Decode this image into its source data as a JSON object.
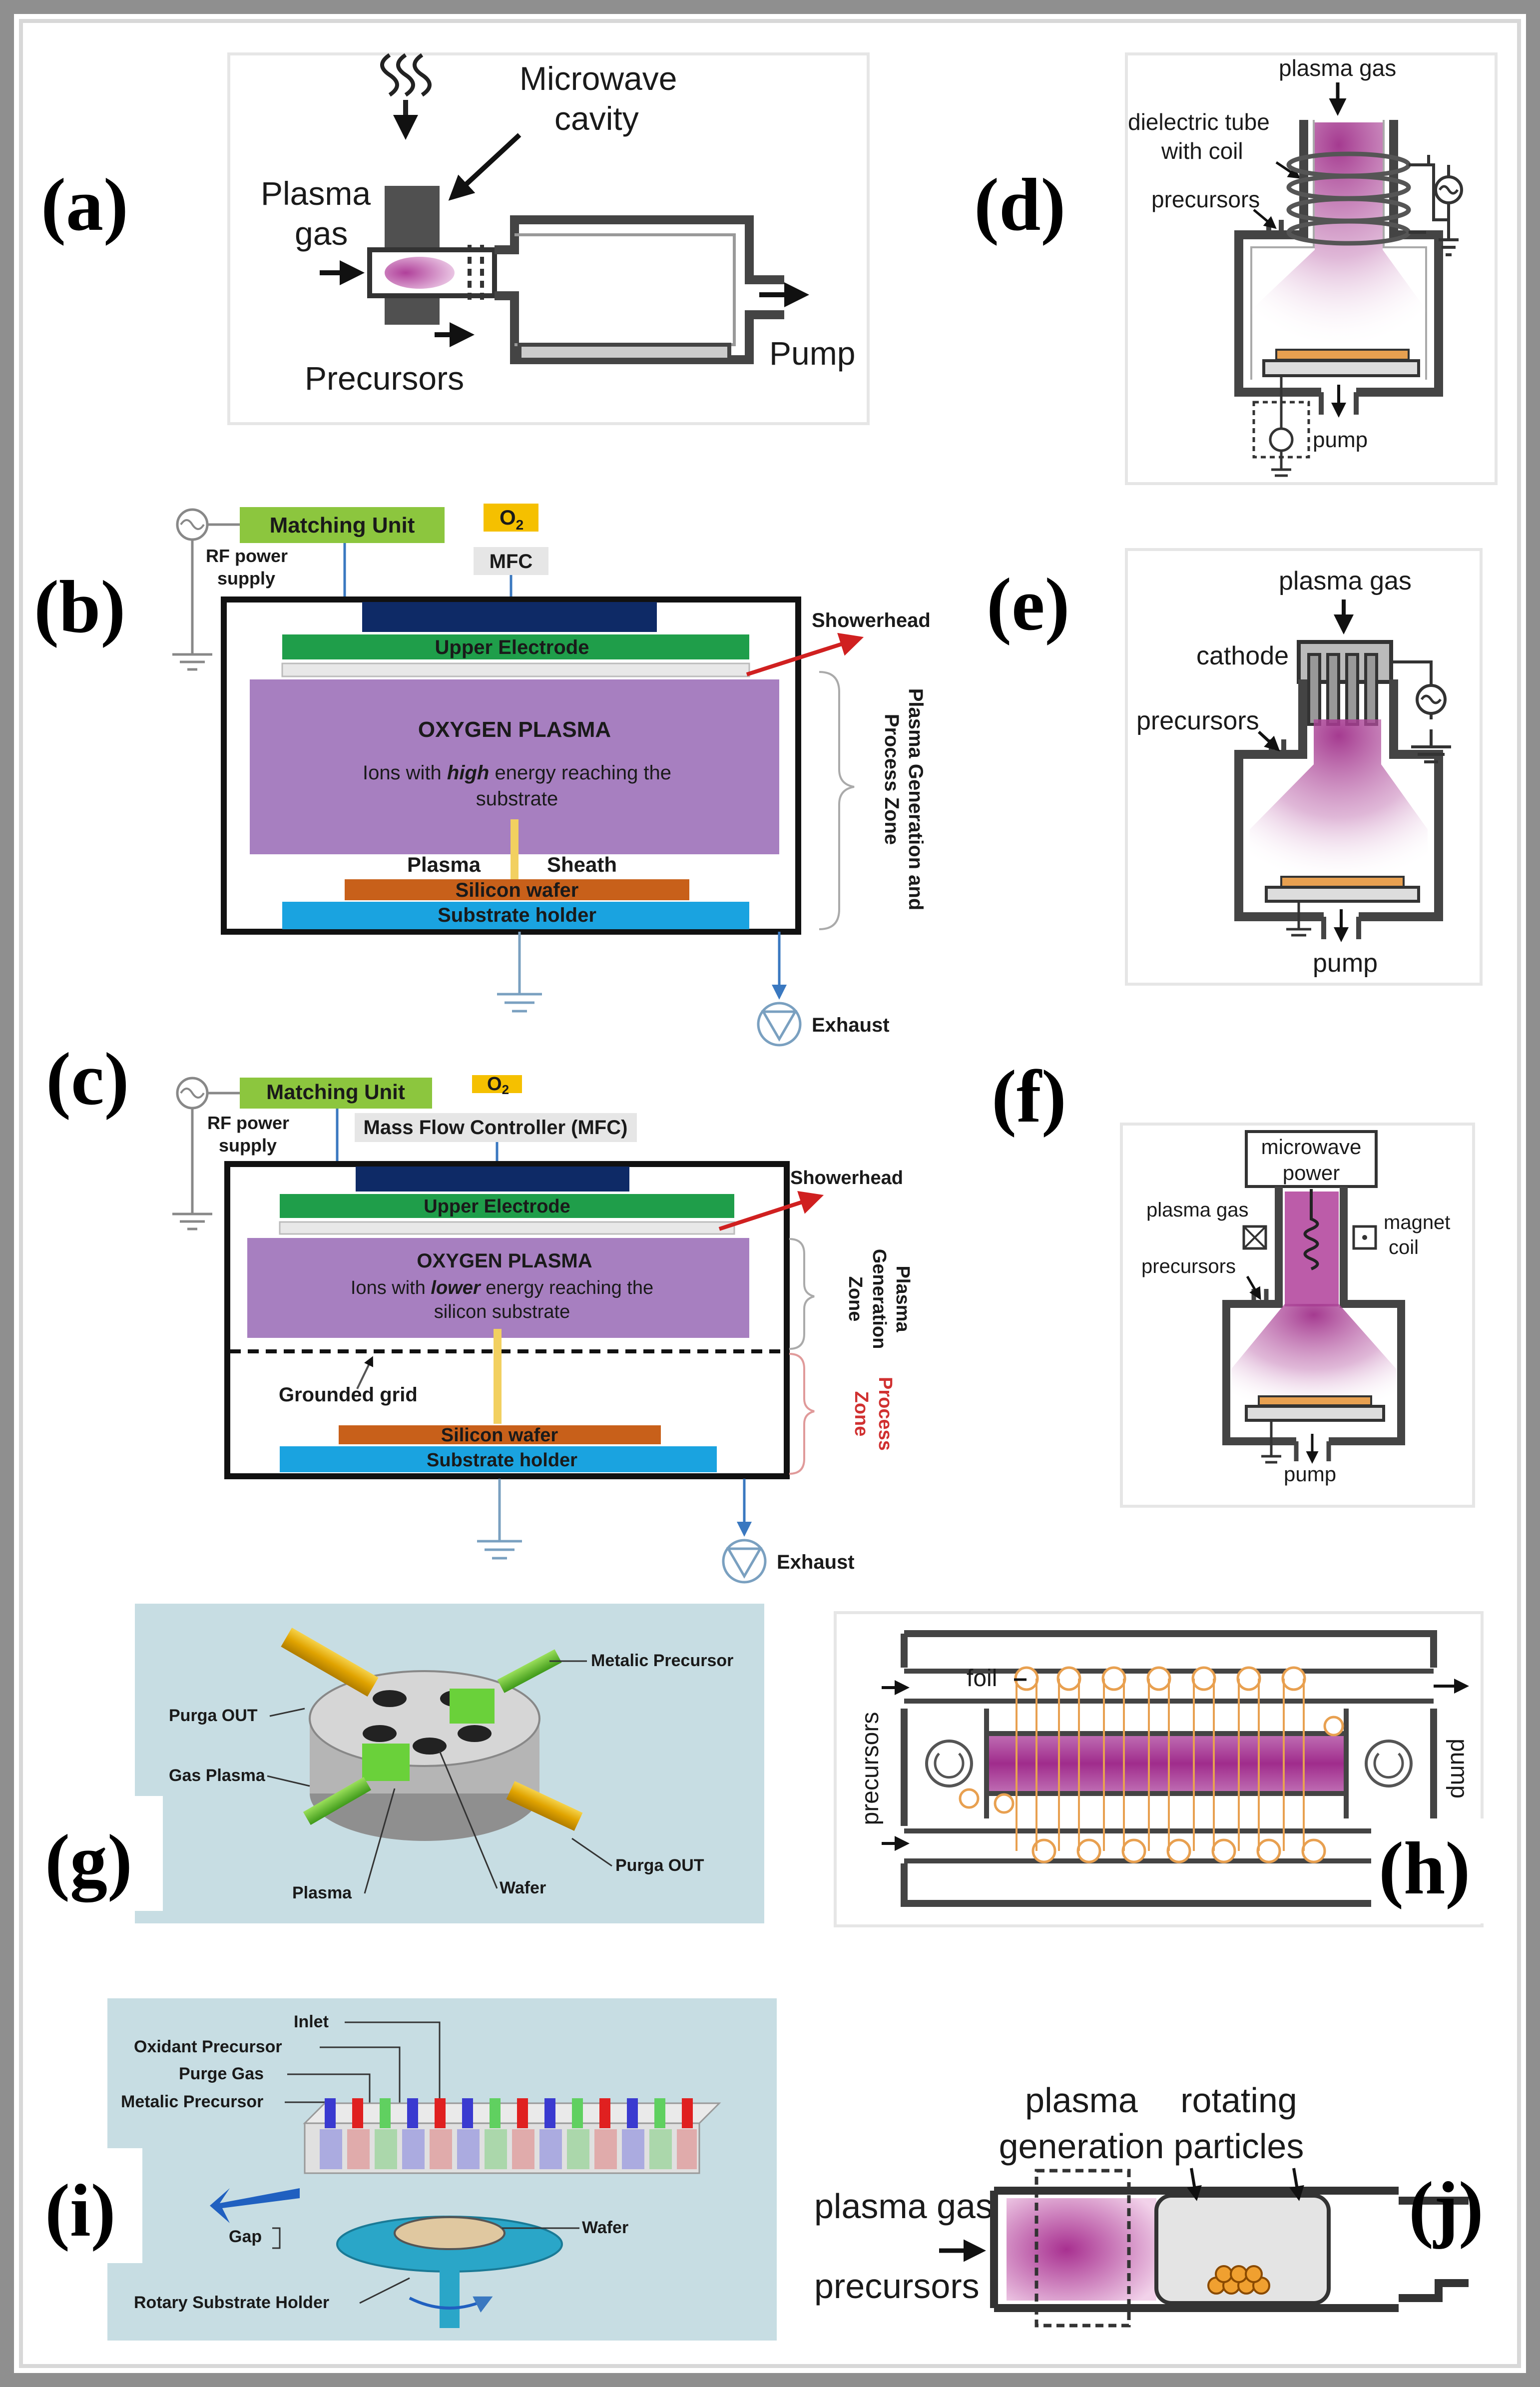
{
  "panels": {
    "a": {
      "label": "(a)",
      "microwave_cavity": "Microwave cavity",
      "microwave_line1": "Microwave",
      "microwave_line2": "cavity",
      "plasma_line1": "Plasma",
      "plasma_line2": "gas",
      "precursors": "Precursors",
      "pump": "Pump"
    },
    "b": {
      "label": "(b)",
      "matching_unit": "Matching Unit",
      "o2": "O",
      "o2_sub": "2",
      "rf_line1": "RF power",
      "rf_line2": "supply",
      "mfc": "MFC",
      "upper_electrode": "Upper Electrode",
      "showerhead": "Showerhead",
      "plasma_title": "OXYGEN PLASMA",
      "ions_pre": "Ions with ",
      "ions_em": "high",
      "ions_post": " energy reaching the",
      "ions_line2": "substrate",
      "plasma_label": "Plasma",
      "sheath_label": "Sheath",
      "wafer": "Silicon wafer",
      "holder": "Substrate holder",
      "zone_line1": "Plasma Generation and",
      "zone_line2": "Process  Zone",
      "exhaust": "Exhaust"
    },
    "c": {
      "label": "(c)",
      "matching_unit": "Matching Unit",
      "o2": "O",
      "o2_sub": "2",
      "rf_line1": "RF power",
      "rf_line2": "supply",
      "mfc": "Mass Flow Controller (MFC)",
      "upper_electrode": "Upper Electrode",
      "showerhead": "Showerhead",
      "plasma_title": "OXYGEN PLASMA",
      "ions_pre": "Ions with ",
      "ions_em": "lower",
      "ions_post": " energy reaching the",
      "ions_line2": "silicon substrate",
      "grounded_grid": "Grounded grid",
      "wafer": "Silicon wafer",
      "holder": "Substrate holder",
      "gen_zone_line1": "Plasma",
      "gen_zone_line2": "Generation",
      "gen_zone_line3": "Zone",
      "proc_zone_line1": "Process",
      "proc_zone_line2": "Zone",
      "exhaust": "Exhaust"
    },
    "d": {
      "label": "(d)",
      "plasma_gas": "plasma gas",
      "tube_line1": "dielectric tube",
      "tube_line2": "with coil",
      "precursors": "precursors",
      "pump": "pump"
    },
    "e": {
      "label": "(e)",
      "plasma_gas": "plasma gas",
      "cathode": "cathode",
      "precursors": "precursors",
      "pump": "pump"
    },
    "f": {
      "label": "(f)",
      "mw_line1": "microwave",
      "mw_line2": "power",
      "plasma_gas": "plasma gas",
      "magnet_line1": "magnet",
      "magnet_line2": "coil",
      "precursors": "precursors",
      "pump": "pump"
    },
    "g": {
      "label": "(g)",
      "metalic_precursor": "Metalic Precursor",
      "purga_out_1": "Purga OUT",
      "gas_plasma": "Gas Plasma",
      "purga_out_2": "Purga OUT",
      "plasma": "Plasma",
      "wafer": "Wafer"
    },
    "h": {
      "label": "(h)",
      "foil": "foil",
      "precursors": "precursors",
      "pump": "pump"
    },
    "i": {
      "label": "(i)",
      "inlet": "Inlet",
      "oxidant": "Oxidant Precursor",
      "purge_gas": "Purge Gas",
      "metalic": "Metalic Precursor",
      "gap": "Gap",
      "wafer": "Wafer",
      "rotary": "Rotary Substrate Holder"
    },
    "j": {
      "label": "(j)",
      "plasma_line1": "plasma",
      "plasma_line2": "generation",
      "rotating_line1": "rotating",
      "rotating_line2": "particles",
      "plasma_gas": "plasma gas",
      "precursors": "precursors"
    }
  },
  "colors": {
    "frame": "#8f8f8f",
    "plasma_purple": "#a77fc0",
    "plasma_magenta": "#b0409a",
    "electrode_green": "#1f9e4a",
    "matching_green": "#8cc63e",
    "dark_blue": "#0e2a66",
    "wafer_orange": "#c8601a",
    "holder_blue": "#1aa3e0",
    "o2_yellow": "#f5c000",
    "arrow_red": "#d02020",
    "zone_red": "#d03030",
    "g_background": "#c7dde3",
    "i_background": "#c7dde3"
  }
}
